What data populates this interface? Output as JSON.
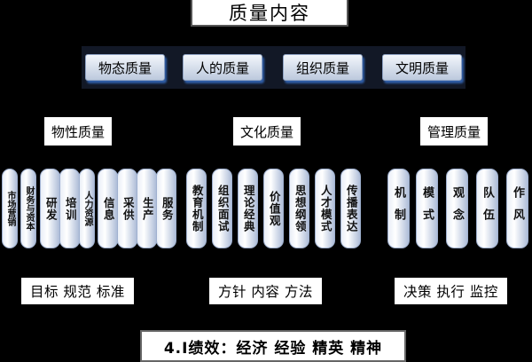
{
  "title": "质量内容",
  "top_row": [
    "物态质量",
    "人的质量",
    "组织质量",
    "文明质量"
  ],
  "categories": [
    "物性质量",
    "文化质量",
    "管理质量"
  ],
  "columns": {
    "physical": [
      "市场营销",
      "财务与资本",
      "研发",
      "培训",
      "人力资源",
      "信息",
      "采供",
      "生产",
      "服务"
    ],
    "cultural": [
      "教育机制",
      "组织面试",
      "理论经典",
      "价值观",
      "思想纲领",
      "人才模式",
      "传播表达"
    ],
    "management": [
      "机制",
      "模式",
      "观念",
      "队伍",
      "作风"
    ]
  },
  "footers": [
    "目标 规范 标准",
    "方针 内容 方法",
    "决策 执行 监控"
  ],
  "bottom": "4.I绩效：经济  经验  精英  精神"
}
